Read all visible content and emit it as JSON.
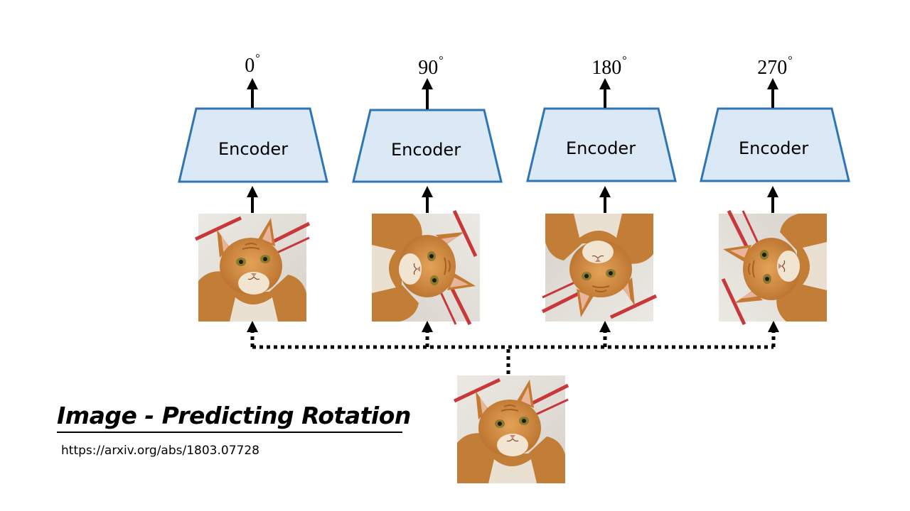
{
  "title": "Image - Predicting Rotation",
  "url": "https://arxiv.org/abs/1803.07728",
  "encoder_label": "Encoder",
  "degree_symbol": "°",
  "rotations": [
    {
      "angle": "0",
      "rotation_deg": 0
    },
    {
      "angle": "90",
      "rotation_deg": 90
    },
    {
      "angle": "180",
      "rotation_deg": 180
    },
    {
      "angle": "270",
      "rotation_deg": 270
    }
  ],
  "colors": {
    "encoder_fill": "#dbe8f5",
    "encoder_stroke": "#2e75b6",
    "arrow": "#000000",
    "cat_fur": "#d0883a",
    "background_stripe": "#c8383a"
  },
  "icons": {
    "cat_photo": "cat-photo-icon"
  }
}
